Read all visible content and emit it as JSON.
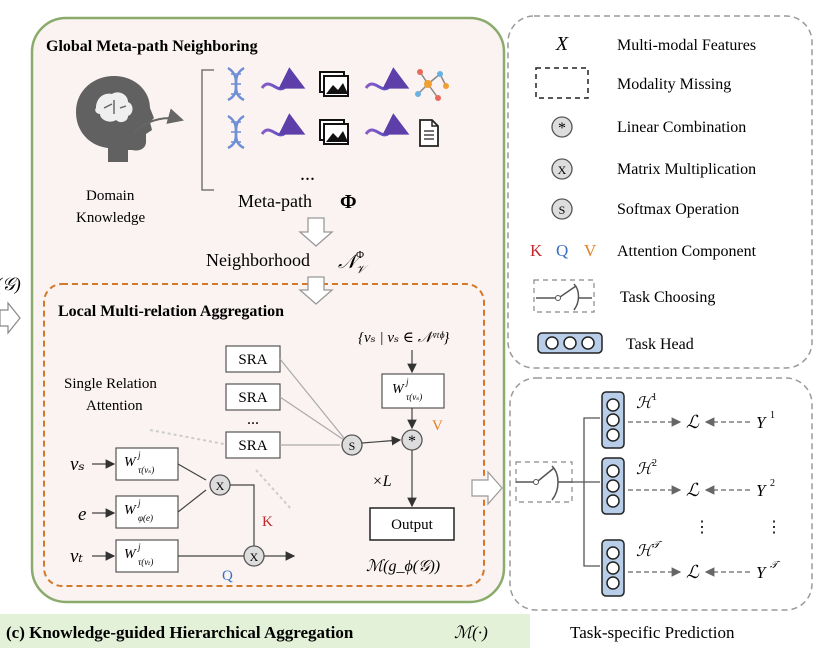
{
  "left_edge": {
    "g_label": "(𝒢)"
  },
  "global": {
    "title": "Global Meta-path Neighboring",
    "domain_knowledge": [
      "Domain",
      "Knowledge"
    ],
    "ellipsis": "...",
    "metapath_label": "Meta-path",
    "metapath_symbol": "Φ",
    "neighborhood_label": "Neighborhood",
    "neighborhood_symbol": "𝒩",
    "neighborhood_sub": "𝒱",
    "neighborhood_sup": "Φ"
  },
  "local": {
    "title": "Local Multi-relation Aggregation",
    "single_relation": [
      "Single Relation",
      "Attention"
    ],
    "sra_labels": [
      "SRA",
      "SRA",
      "SRA"
    ],
    "sra_ellipsis": "...",
    "set_notation": "{vₛ | vₛ ∈ 𝒩ᵛᵗᶲ}",
    "w_main": "W",
    "w_sup": "j",
    "w_vs_sub": "τ(vₛ)",
    "w_e_sub": "φ(e)",
    "w_vt_sub": "τ(vₜ)",
    "w_right_sub": "τ(vₛ)",
    "input_vs": "vₛ",
    "input_e": "e",
    "input_vt": "vₜ",
    "k_label": "K",
    "q_label": "Q",
    "v_label": "V",
    "x_symbol": "X",
    "s_symbol": "S",
    "star_symbol": "*",
    "times_l": "×L",
    "output_label": "Output",
    "m_expr": "ℳ(g_ϕ(𝒢))"
  },
  "legend": {
    "items": [
      {
        "symbol": "X",
        "label": "Multi-modal Features"
      },
      {
        "symbol": "dashed-box",
        "label": "Modality Missing"
      },
      {
        "symbol": "*",
        "label": "Linear Combination"
      },
      {
        "symbol": "X",
        "label": "Matrix Multiplication"
      },
      {
        "symbol": "S",
        "label": "Softmax Operation"
      },
      {
        "symbol": "KQV",
        "label": "Attention Component"
      },
      {
        "symbol": "switch",
        "label": "Task Choosing"
      },
      {
        "symbol": "head",
        "label": "Task Head"
      }
    ],
    "kqv": [
      "K",
      "Q",
      "V"
    ]
  },
  "prediction": {
    "rows": [
      {
        "h": "ℋ",
        "h_sup": "1",
        "loss": "ℒ",
        "y": "Y",
        "y_sup": "1"
      },
      {
        "h": "ℋ",
        "h_sup": "2",
        "loss": "ℒ",
        "y": "Y",
        "y_sup": "2"
      },
      {
        "h": "ℋ",
        "h_sup": "𝒯",
        "loss": "ℒ",
        "y": "Y",
        "y_sup": "𝒯"
      }
    ],
    "vdots": "⋮",
    "caption": "Task-specific Prediction"
  },
  "caption": {
    "text": "(c) Knowledge-guided Hierarchical Aggregation",
    "math": "ℳ(·)"
  },
  "colors": {
    "green_border": "#8aab6b",
    "panel_fill": "#faf3f1",
    "orange_dash": "#d4782a",
    "gray_dash": "#9a9a9a",
    "k_red": "#c0282b",
    "q_blue": "#3a70c0",
    "v_orange": "#e07f20",
    "caption_bg": "#e3f1d8",
    "head_fill": "#b8cde8",
    "dna": "#6e8fd4",
    "wave": "#5e3ea8"
  }
}
